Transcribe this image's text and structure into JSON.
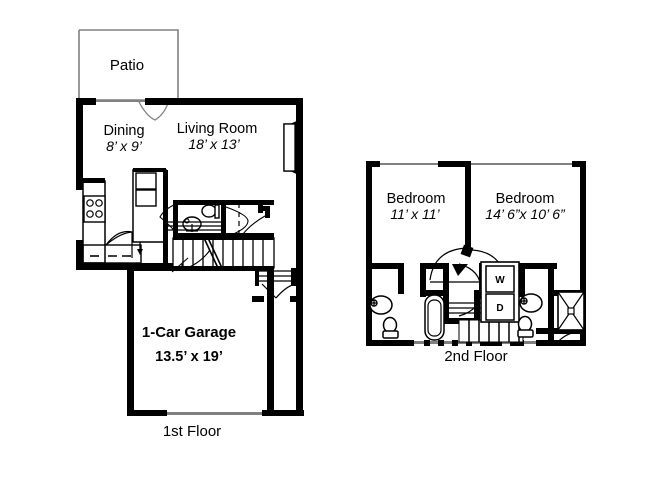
{
  "document": {
    "type": "floor-plan",
    "background_color": "#ffffff",
    "line_color": "#000000",
    "thin_line_color": "#808080"
  },
  "floors": [
    {
      "id": "first-floor",
      "label": "1st Floor",
      "rooms": [
        {
          "id": "patio",
          "name": "Patio",
          "dimensions": ""
        },
        {
          "id": "dining",
          "name": "Dining",
          "dimensions": "8’ x 9’"
        },
        {
          "id": "living-room",
          "name": "Living Room",
          "dimensions": "18’ x 13’"
        },
        {
          "id": "garage",
          "name": "1-Car Garage",
          "dimensions": "13.5’ x 19’"
        }
      ],
      "fixtures": [
        "kitchen-range",
        "kitchen-sink-counter",
        "refrigerator",
        "powder-room-sink",
        "powder-room-toilet",
        "staircase",
        "entry-door",
        "bay-window"
      ]
    },
    {
      "id": "second-floor",
      "label": "2nd Floor",
      "rooms": [
        {
          "id": "bedroom-1",
          "name": "Bedroom",
          "dimensions": "11’ x 11’"
        },
        {
          "id": "bedroom-2",
          "name": "Bedroom",
          "dimensions": "14’ 6”x 10’ 6”"
        }
      ],
      "appliances": [
        {
          "id": "washer",
          "label": "W"
        },
        {
          "id": "dryer",
          "label": "D"
        }
      ],
      "fixtures": [
        "bath-1-sink",
        "bath-1-toilet",
        "bathtub",
        "bath-2-sink",
        "bath-2-toilet",
        "linen-closet",
        "staircase",
        "closets"
      ]
    }
  ]
}
